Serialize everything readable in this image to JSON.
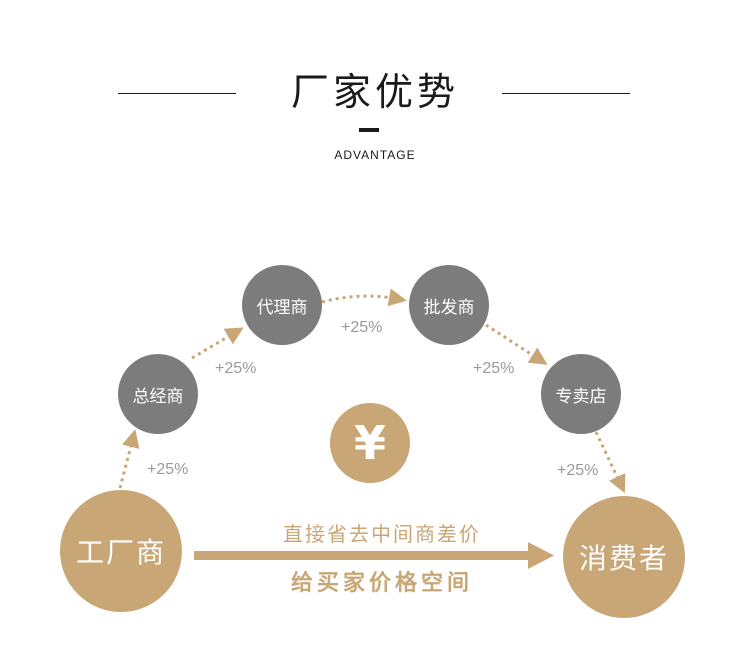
{
  "header": {
    "title": "厂家优势",
    "subtitle": "ADVANTAGE"
  },
  "nodes": {
    "factory": "工厂商",
    "general": "总经商",
    "agent": "代理商",
    "wholesale": "批发商",
    "store": "专卖店",
    "consumer": "消费者",
    "yuan": "¥"
  },
  "markups": {
    "m1": "+25%",
    "m2": "+25%",
    "m3": "+25%",
    "m4": "+25%",
    "m5": "+25%"
  },
  "direct": {
    "top": "直接省去中间商差价",
    "bottom": "给买家价格空间"
  },
  "colors": {
    "gold": "#c9a676",
    "gray": "#7c7c7c",
    "text_gray": "#9a9a9a",
    "dark": "#1a1a1a"
  },
  "icons": {
    "yuan": "yuan-icon"
  }
}
